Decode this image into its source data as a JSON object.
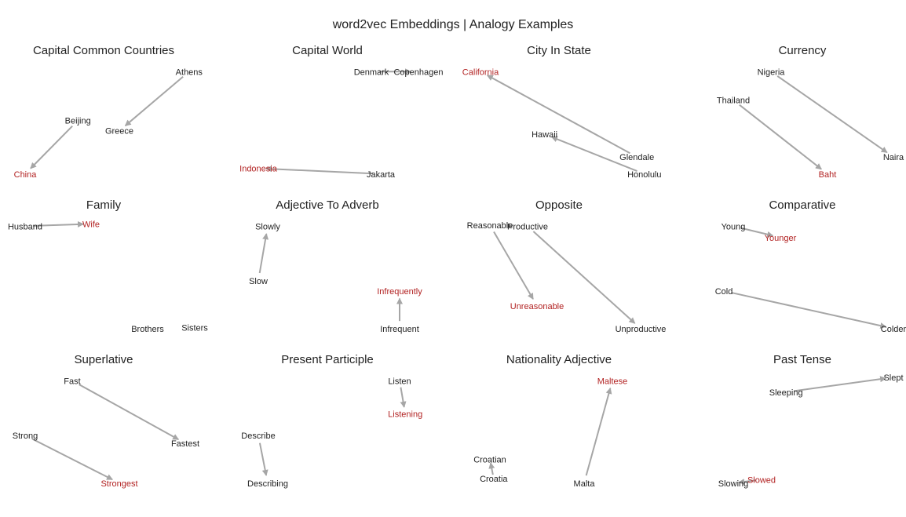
{
  "title": "word2vec Embeddings | Analogy Examples",
  "colors": {
    "word": "#222222",
    "highlight": "#b22222",
    "arrow": "#a6a6a6"
  },
  "chart_data": {
    "type": "scatter",
    "panels": [
      {
        "title": "Capital Common Countries",
        "words": [
          {
            "text": "Athens",
            "x": 0.92,
            "y": 0.95,
            "highlight": false
          },
          {
            "text": "Greece",
            "x": 0.55,
            "y": 0.43,
            "highlight": false
          },
          {
            "text": "Beijing",
            "x": 0.33,
            "y": 0.52,
            "highlight": false
          },
          {
            "text": "China",
            "x": 0.05,
            "y": 0.05,
            "highlight": true
          }
        ],
        "arrows": [
          [
            0,
            1
          ],
          [
            2,
            3
          ]
        ]
      },
      {
        "title": "Capital World",
        "words": [
          {
            "text": "Denmark",
            "x": 0.7,
            "y": 0.95,
            "highlight": false
          },
          {
            "text": "Copenhagen",
            "x": 0.95,
            "y": 0.95,
            "highlight": false
          },
          {
            "text": "Jakarta",
            "x": 0.75,
            "y": 0.05,
            "highlight": false
          },
          {
            "text": "Indonesia",
            "x": 0.1,
            "y": 0.1,
            "highlight": true
          }
        ],
        "arrows": [
          [
            0,
            1
          ],
          [
            2,
            3
          ]
        ]
      },
      {
        "title": "City In State",
        "words": [
          {
            "text": "California",
            "x": 0.05,
            "y": 0.95,
            "highlight": true
          },
          {
            "text": "Glendale",
            "x": 0.88,
            "y": 0.2,
            "highlight": false
          },
          {
            "text": "Hawaii",
            "x": 0.39,
            "y": 0.4,
            "highlight": false
          },
          {
            "text": "Honolulu",
            "x": 0.92,
            "y": 0.05,
            "highlight": false
          }
        ],
        "arrows": [
          [
            1,
            0
          ],
          [
            3,
            2
          ]
        ]
      },
      {
        "title": "Currency",
        "words": [
          {
            "text": "Nigeria",
            "x": 0.3,
            "y": 0.95,
            "highlight": false
          },
          {
            "text": "Naira",
            "x": 0.95,
            "y": 0.2,
            "highlight": false
          },
          {
            "text": "Thailand",
            "x": 0.1,
            "y": 0.7,
            "highlight": false
          },
          {
            "text": "Baht",
            "x": 0.6,
            "y": 0.05,
            "highlight": true
          }
        ],
        "arrows": [
          [
            0,
            1
          ],
          [
            2,
            3
          ]
        ]
      },
      {
        "title": "Family",
        "words": [
          {
            "text": "Husband",
            "x": 0.05,
            "y": 0.95,
            "highlight": false
          },
          {
            "text": "Wife",
            "x": 0.4,
            "y": 0.97,
            "highlight": true
          },
          {
            "text": "Brothers",
            "x": 0.7,
            "y": 0.05,
            "highlight": false
          },
          {
            "text": "Sisters",
            "x": 0.95,
            "y": 0.06,
            "highlight": false
          }
        ],
        "arrows": [
          [
            0,
            1
          ]
        ]
      },
      {
        "title": "Adjective To Adverb",
        "words": [
          {
            "text": "Slow",
            "x": 0.1,
            "y": 0.47,
            "highlight": false
          },
          {
            "text": "Slowly",
            "x": 0.15,
            "y": 0.95,
            "highlight": false
          },
          {
            "text": "Infrequent",
            "x": 0.85,
            "y": 0.05,
            "highlight": false
          },
          {
            "text": "Infrequently",
            "x": 0.85,
            "y": 0.38,
            "highlight": true
          }
        ],
        "arrows": [
          [
            0,
            1
          ],
          [
            2,
            3
          ]
        ]
      },
      {
        "title": "Opposite",
        "words": [
          {
            "text": "Reasonable",
            "x": 0.1,
            "y": 0.96,
            "highlight": false
          },
          {
            "text": "Productive",
            "x": 0.3,
            "y": 0.95,
            "highlight": false
          },
          {
            "text": "Unreasonable",
            "x": 0.35,
            "y": 0.25,
            "highlight": true
          },
          {
            "text": "Unproductive",
            "x": 0.9,
            "y": 0.05,
            "highlight": false
          }
        ],
        "arrows": [
          [
            0,
            2
          ],
          [
            1,
            3
          ]
        ]
      },
      {
        "title": "Comparative",
        "words": [
          {
            "text": "Young",
            "x": 0.1,
            "y": 0.95,
            "highlight": false
          },
          {
            "text": "Younger",
            "x": 0.35,
            "y": 0.85,
            "highlight": true
          },
          {
            "text": "Cold",
            "x": 0.05,
            "y": 0.38,
            "highlight": false
          },
          {
            "text": "Colder",
            "x": 0.95,
            "y": 0.05,
            "highlight": false
          }
        ],
        "arrows": [
          [
            0,
            1
          ],
          [
            2,
            3
          ]
        ]
      },
      {
        "title": "Superlative",
        "words": [
          {
            "text": "Fast",
            "x": 0.3,
            "y": 0.95,
            "highlight": false
          },
          {
            "text": "Fastest",
            "x": 0.9,
            "y": 0.4,
            "highlight": false
          },
          {
            "text": "Strong",
            "x": 0.05,
            "y": 0.47,
            "highlight": false
          },
          {
            "text": "Strongest",
            "x": 0.55,
            "y": 0.05,
            "highlight": true
          }
        ],
        "arrows": [
          [
            0,
            1
          ],
          [
            2,
            3
          ]
        ]
      },
      {
        "title": "Present Participle",
        "words": [
          {
            "text": "Listen",
            "x": 0.85,
            "y": 0.95,
            "highlight": false
          },
          {
            "text": "Listening",
            "x": 0.88,
            "y": 0.66,
            "highlight": true
          },
          {
            "text": "Describe",
            "x": 0.1,
            "y": 0.47,
            "highlight": false
          },
          {
            "text": "Describing",
            "x": 0.15,
            "y": 0.05,
            "highlight": false
          }
        ],
        "arrows": [
          [
            0,
            1
          ],
          [
            2,
            3
          ]
        ]
      },
      {
        "title": "Nationality Adjective",
        "words": [
          {
            "text": "Maltese",
            "x": 0.75,
            "y": 0.95,
            "highlight": true
          },
          {
            "text": "Malta",
            "x": 0.6,
            "y": 0.05,
            "highlight": false
          },
          {
            "text": "Croatian",
            "x": 0.1,
            "y": 0.26,
            "highlight": false
          },
          {
            "text": "Croatia",
            "x": 0.12,
            "y": 0.09,
            "highlight": false
          }
        ],
        "arrows": [
          [
            1,
            0
          ],
          [
            3,
            2
          ]
        ]
      },
      {
        "title": "Past Tense",
        "words": [
          {
            "text": "Sleeping",
            "x": 0.38,
            "y": 0.85,
            "highlight": false
          },
          {
            "text": "Slept",
            "x": 0.95,
            "y": 0.98,
            "highlight": false
          },
          {
            "text": "Slowing",
            "x": 0.1,
            "y": 0.05,
            "highlight": false
          },
          {
            "text": "Slowed",
            "x": 0.25,
            "y": 0.08,
            "highlight": true
          }
        ],
        "arrows": [
          [
            0,
            1
          ],
          [
            3,
            2
          ]
        ]
      }
    ]
  }
}
